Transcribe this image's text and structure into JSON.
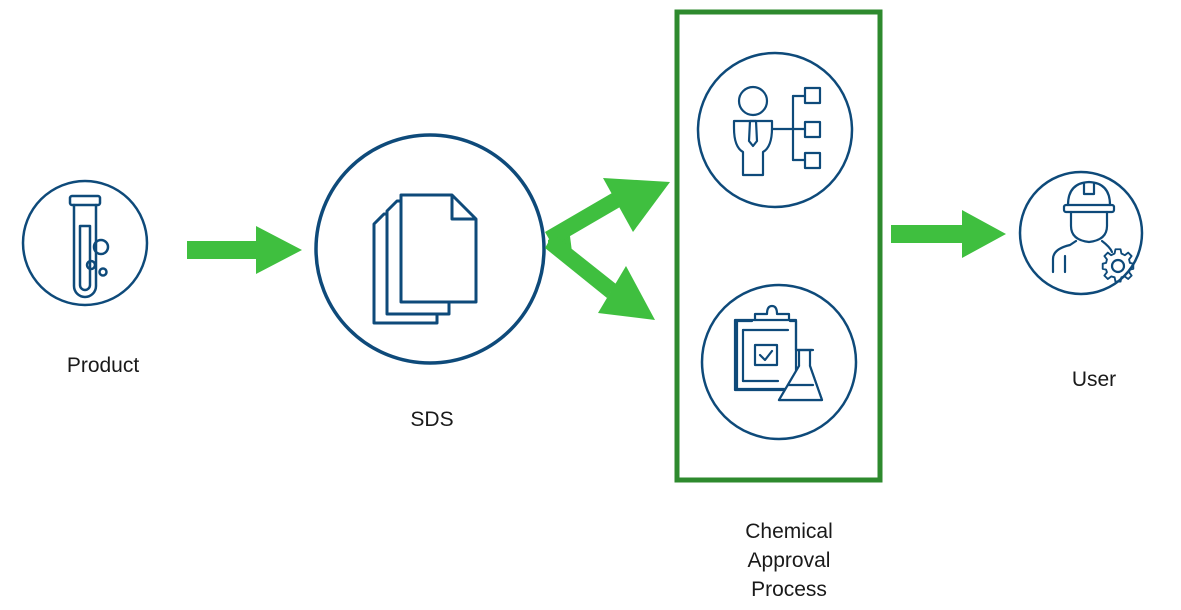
{
  "nodes": {
    "product": {
      "label": "Product",
      "icon": "test-tube-icon"
    },
    "sds": {
      "label": "SDS",
      "icon": "documents-icon"
    },
    "approval": {
      "label_lines": [
        "Chemical",
        "Approval",
        "Process"
      ],
      "icons": [
        "person-hierarchy-icon",
        "clipboard-flask-icon"
      ]
    },
    "user": {
      "label": "User",
      "icon": "worker-gear-icon"
    }
  },
  "colors": {
    "icon_stroke": "#0e4a7a",
    "arrow": "#3fbf3f",
    "box_border": "#2e8a2e",
    "label_text": "#1a1a1a"
  }
}
